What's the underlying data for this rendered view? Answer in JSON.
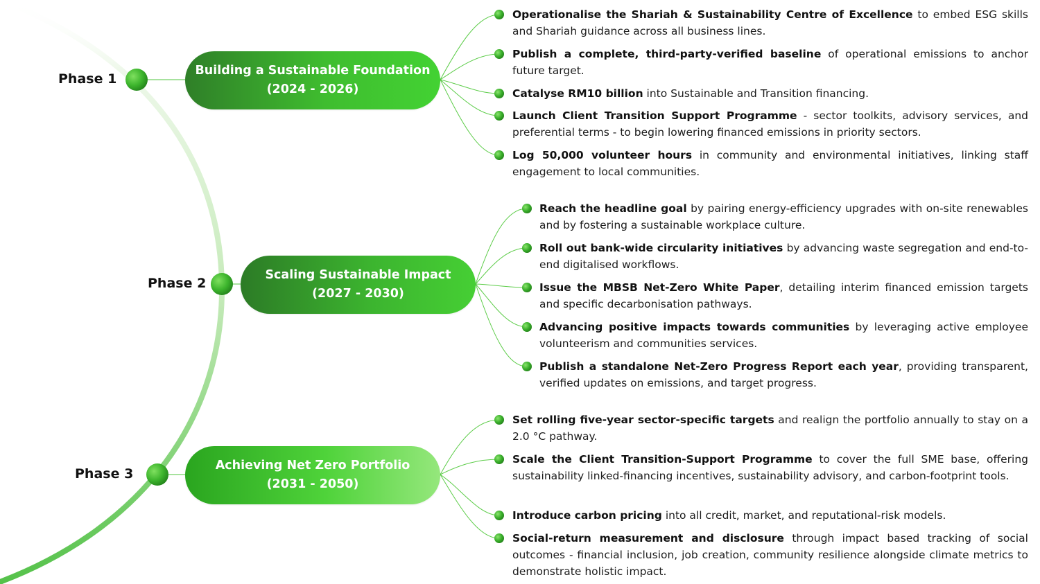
{
  "phases": [
    {
      "label": "Phase 1",
      "title": "Building a Sustainable Foundation",
      "period": "(2024 - 2026)",
      "items": [
        {
          "bold": "Operationalise the Shariah & Sustainability Centre of Excellence",
          "text": " to embed ESG skills and Shariah guidance across all business lines."
        },
        {
          "bold": "Publish a complete, third-party-verified baseline",
          "text": " of operational emissions to anchor future target."
        },
        {
          "bold": "Catalyse RM10 billion",
          "text": " into Sustainable and Transition financing."
        },
        {
          "bold": "Launch Client Transition Support Programme",
          "text": " - sector toolkits, advisory services, and preferential terms - to begin lowering financed emissions in priority sectors."
        },
        {
          "bold": "Log 50,000 volunteer hours",
          "text": " in community and environmental initiatives, linking staff engagement to local communities."
        }
      ]
    },
    {
      "label": "Phase 2",
      "title": "Scaling Sustainable Impact",
      "period": "(2027 - 2030)",
      "items": [
        {
          "bold": "Reach the headline goal",
          "text": " by pairing energy-efficiency upgrades with on-site renewables and by fostering a sustainable workplace culture."
        },
        {
          "bold": "Roll out bank-wide circularity initiatives",
          "text": " by advancing waste segregation and end-to-end digitalised workflows."
        },
        {
          "bold": "Issue the MBSB Net-Zero White Paper",
          "text": ", detailing interim financed emission targets and specific decarbonisation pathways."
        },
        {
          "bold": "Advancing positive impacts towards communities",
          "text": " by leveraging active employee volunteerism and communities services."
        },
        {
          "bold": "Publish a standalone Net-Zero Progress Report each year",
          "text": ", providing transparent, verified updates on emissions, and target progress."
        }
      ]
    },
    {
      "label": "Phase 3",
      "title": "Achieving Net Zero Portfolio",
      "period": "(2031 - 2050)",
      "items": [
        {
          "bold": "Set rolling five-year sector-specific targets",
          "text": " and realign the portfolio annually to stay on a 2.0 °C pathway."
        },
        {
          "bold": "Scale the Client Transition-Support Programme",
          "text": " to cover the full SME base, offering sustainability linked-financing incentives, sustainability advisory, and carbon-footprint tools."
        },
        {
          "bold": "Introduce carbon pricing",
          "text": " into all credit, market, and reputational-risk models."
        },
        {
          "bold": "Social-return measurement and disclosure",
          "text": " through impact based tracking of social outcomes - financial inclusion, job creation, community resilience alongside climate metrics to demonstrate holistic impact."
        }
      ]
    }
  ]
}
